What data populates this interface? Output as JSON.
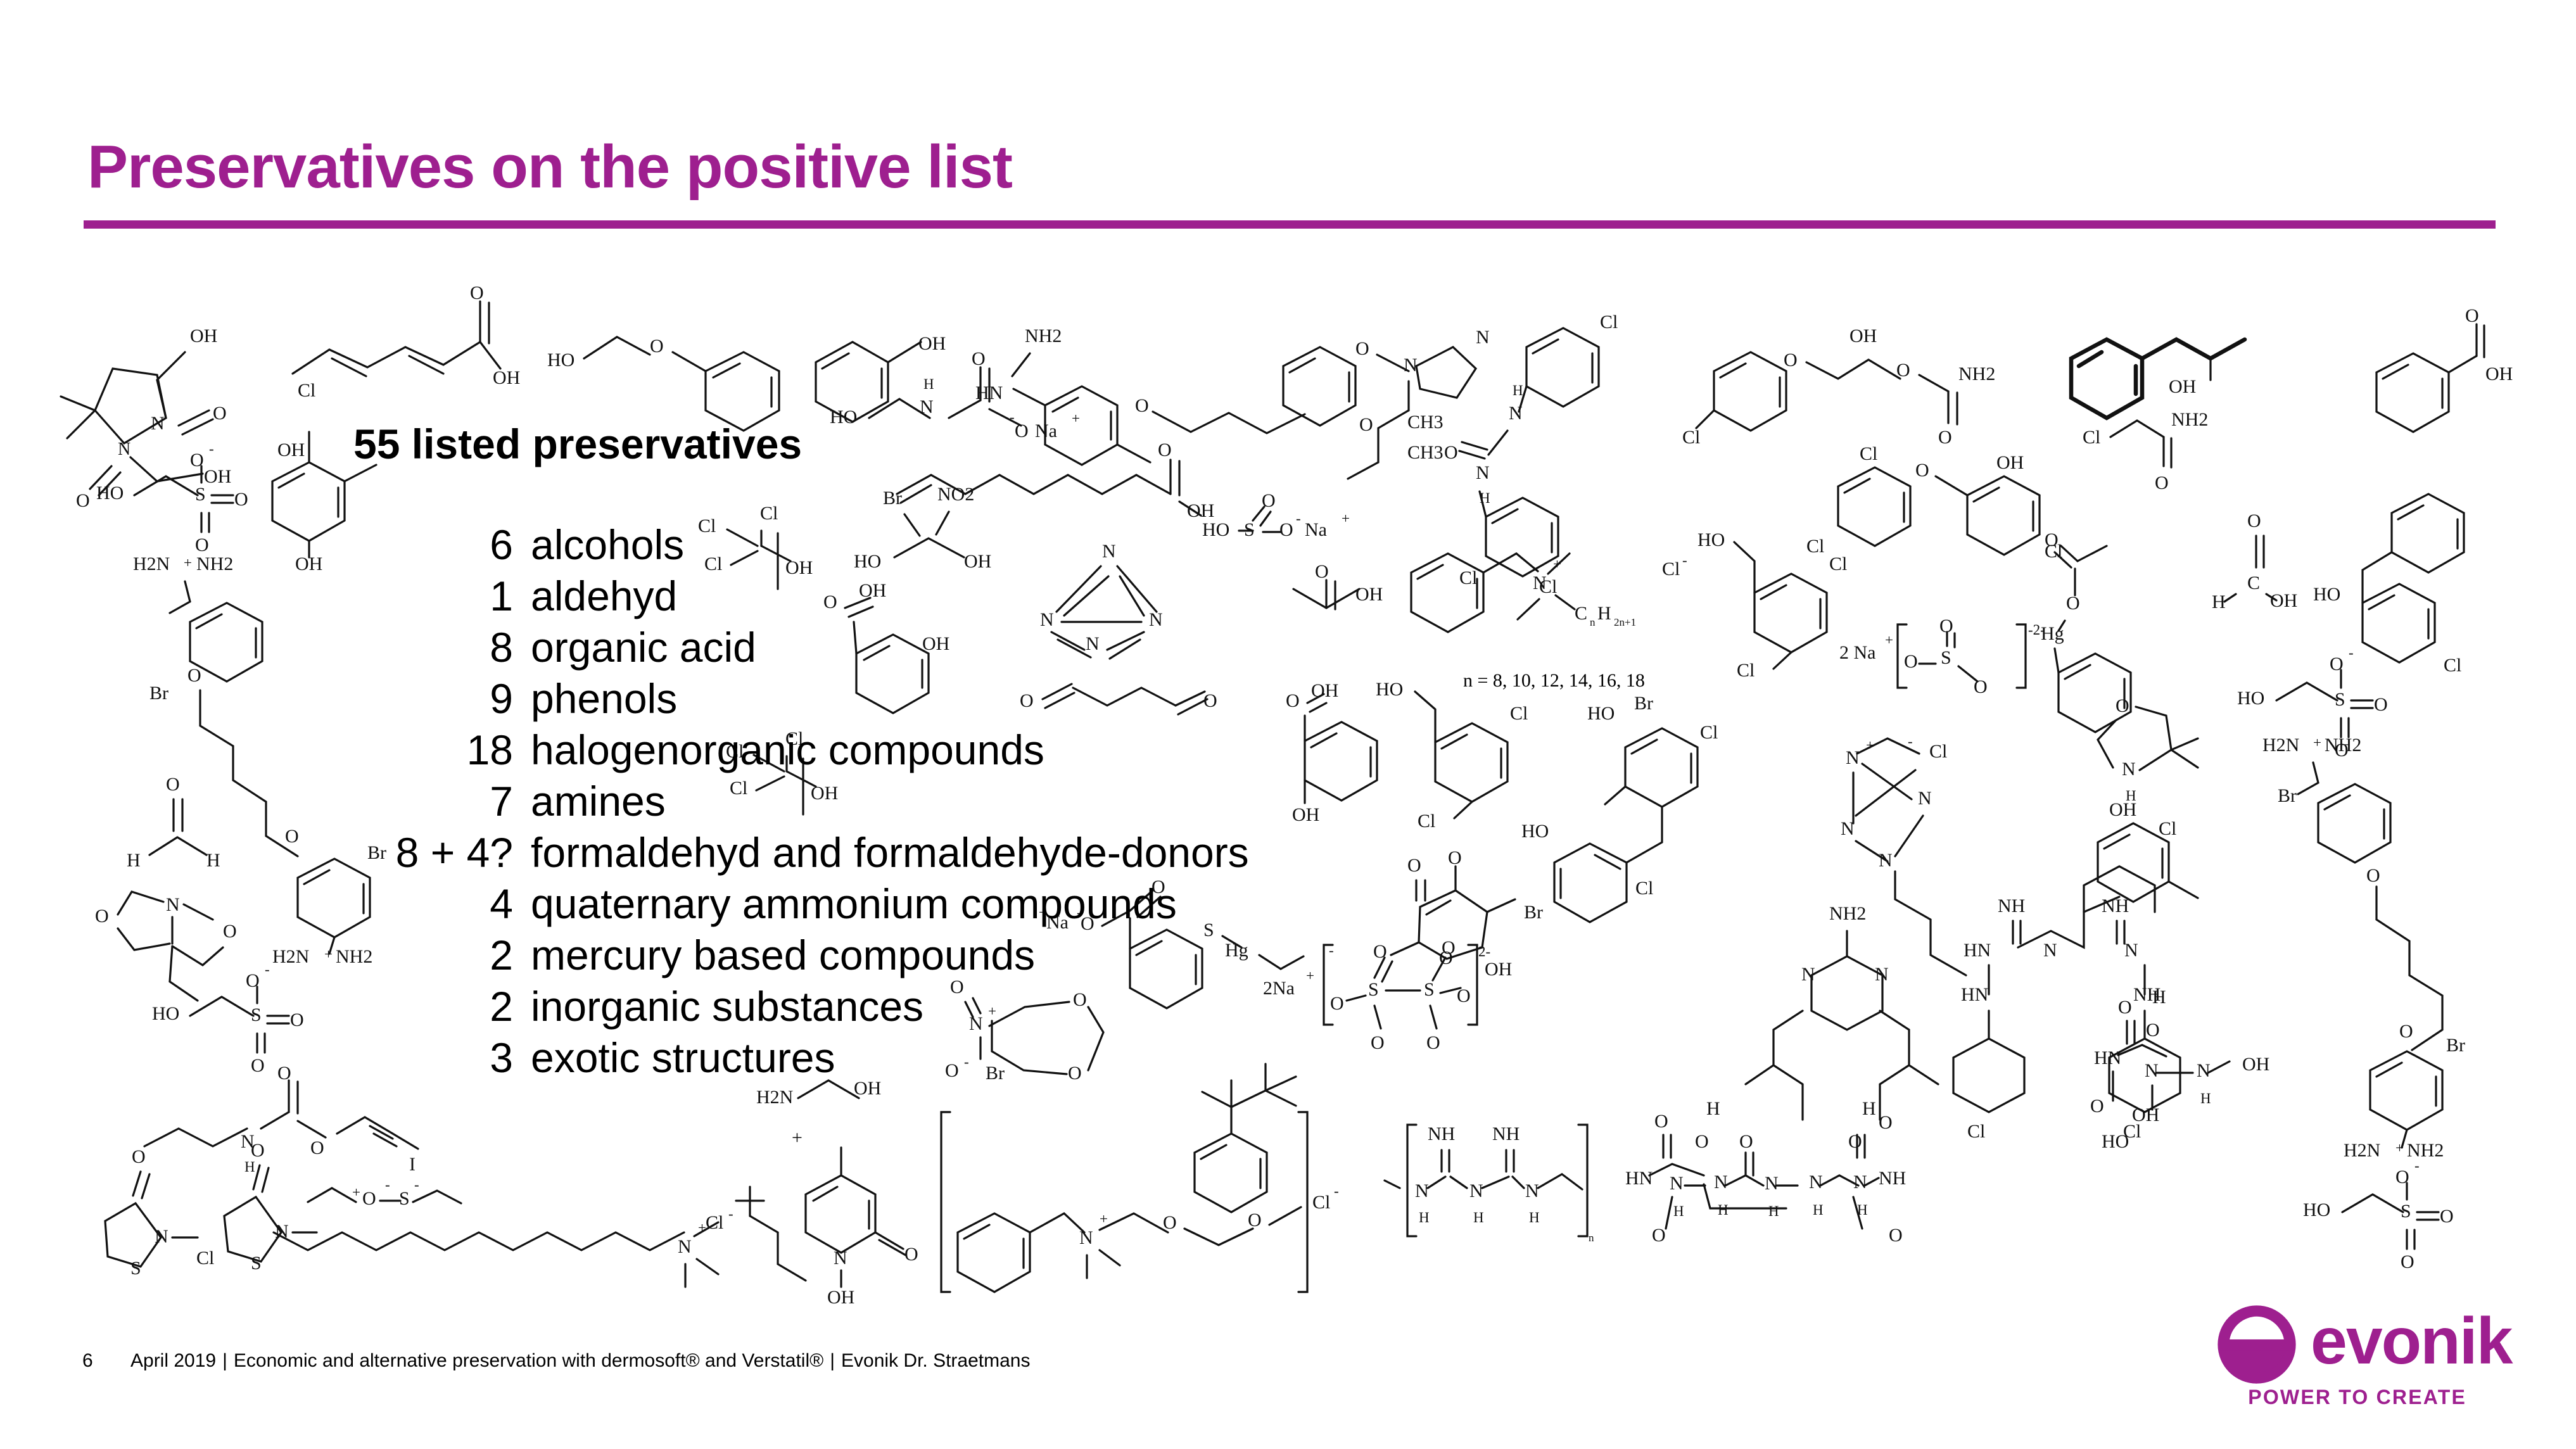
{
  "slide": {
    "title": "Preservatives on the positive list",
    "accent_color": "#9E1F8F"
  },
  "list": {
    "heading": "55 listed preservatives",
    "rows": [
      {
        "count": "6",
        "label": "alcohols"
      },
      {
        "count": "1",
        "label": "aldehyd"
      },
      {
        "count": "8",
        "label": "organic acid"
      },
      {
        "count": "9",
        "label": "phenols"
      },
      {
        "count": "18",
        "label": "halogenorganic compounds"
      },
      {
        "count": "7",
        "label": "amines"
      },
      {
        "count": "8 + 4?",
        "label": "formaldehyd and formaldehyde-donors"
      },
      {
        "count": "4",
        "label": "quaternary ammonium compounds"
      },
      {
        "count": "2",
        "label": "mercury based compounds"
      },
      {
        "count": "2",
        "label": "inorganic substances"
      },
      {
        "count": "3",
        "label": "exotic structures"
      }
    ]
  },
  "annotations": {
    "quat_chain": "n = 8, 10, 12, 14, 16, 18"
  },
  "footer": {
    "page": "6",
    "date": "April 2019",
    "subject": "Economic and alternative preservation with dermosoft® and Verstatil®",
    "author": "Evonik Dr. Straetmans",
    "separator": "|"
  },
  "logo": {
    "wordmark": "evonik",
    "tagline": "POWER TO CREATE",
    "color": "#9E1F8F"
  },
  "molecule_atoms": {
    "OH": "OH",
    "HO": "HO",
    "O": "O",
    "N": "N",
    "S": "S",
    "Cl": "Cl",
    "Br": "Br",
    "I": "I",
    "Hg": "Hg",
    "NH": "NH",
    "HN": "HN",
    "NH2": "NH2",
    "H2N": "H2N",
    "NO2": "NO2",
    "Na": "Na",
    "H": "H",
    "CH3": "CH3",
    "CnH2n1": "CnH2n+1",
    "n": "n"
  }
}
